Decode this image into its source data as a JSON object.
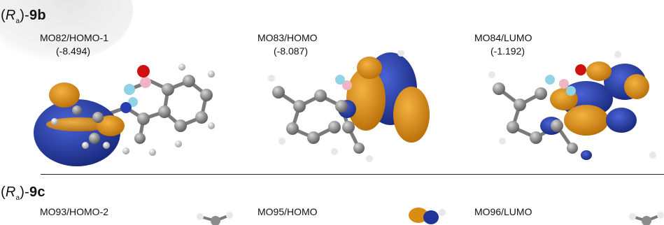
{
  "sections": [
    {
      "compound": {
        "open": "(",
        "italic": "R",
        "sub": "a",
        "close": ")-",
        "bold": "9b"
      },
      "orbitals": [
        {
          "label": "MO82/HOMO-1",
          "energy": "(-8.494)"
        },
        {
          "label": "MO83/HOMO",
          "energy": "(-8.087)"
        },
        {
          "label": "MO84/LUMO",
          "energy": "(-1.192)"
        }
      ]
    },
    {
      "compound": {
        "open": "(",
        "italic": "R",
        "sub": "a",
        "close": ")-",
        "bold": "9c"
      },
      "orbitals": [
        {
          "label": "MO93/HOMO-2"
        },
        {
          "label": "MO95/HOMO"
        },
        {
          "label": "MO96/LUMO"
        }
      ]
    }
  ],
  "colors": {
    "lobe_blue": "#1f3597",
    "lobe_orange": "#d98b12",
    "carbon": "#8c8c8c",
    "boron": "#f0b5c4",
    "fluorine": "#8fd4e4",
    "oxygen": "#d01010",
    "nitrogen": "#2a3db0",
    "hydrogen": "#f2f2f2"
  }
}
